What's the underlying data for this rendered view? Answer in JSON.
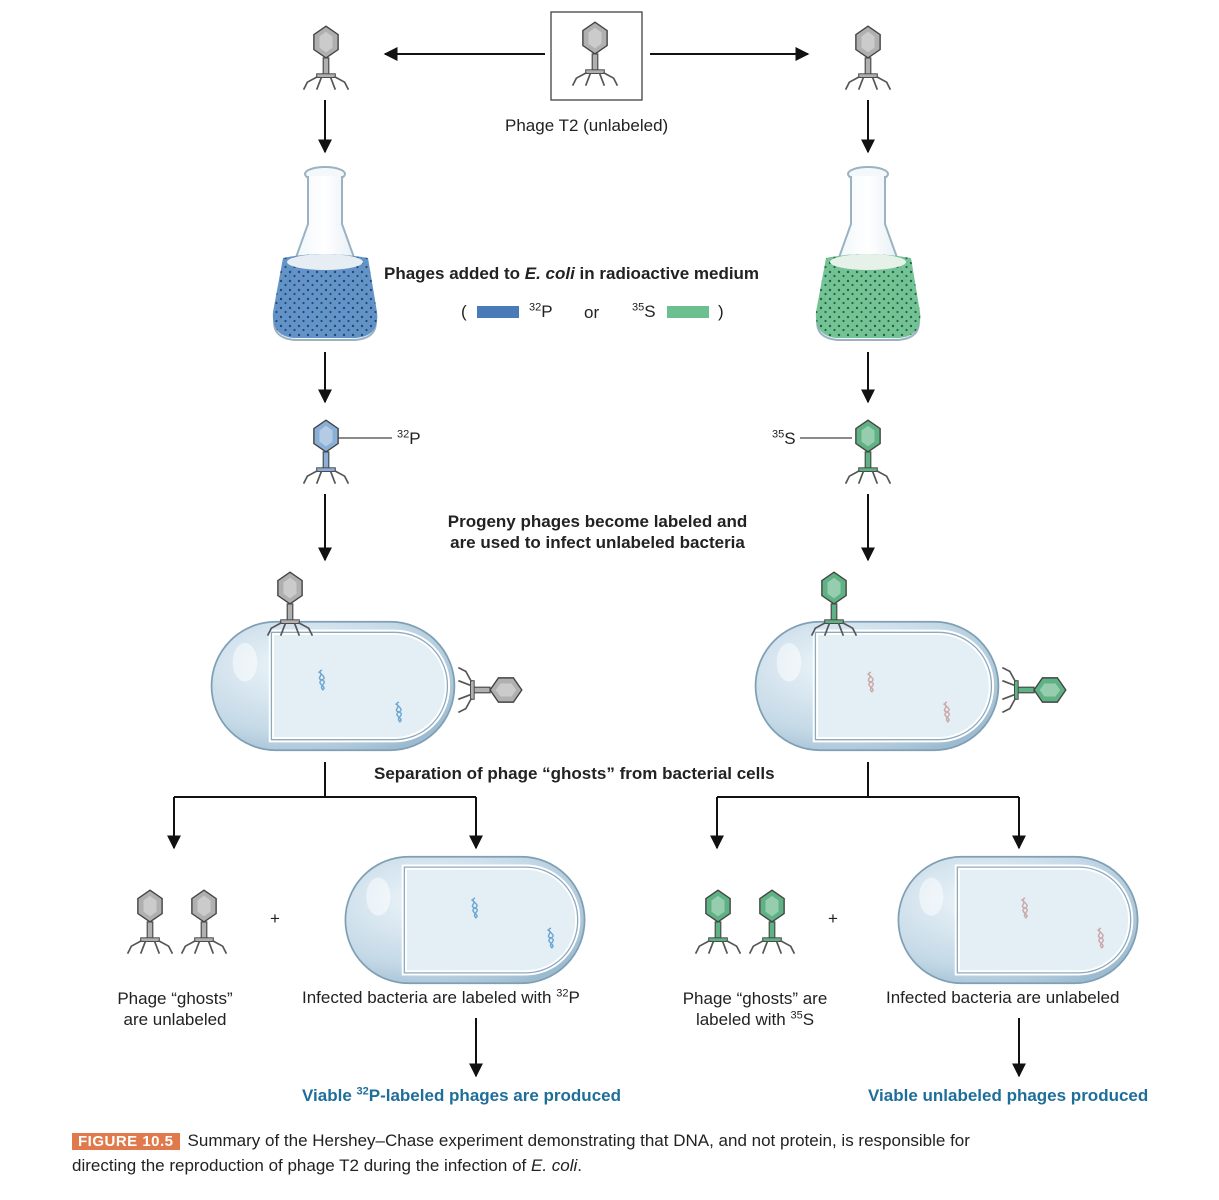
{
  "labels": {
    "phage_t2": "Phage T2 (unlabeled)",
    "phages_added_pre": "Phages added to ",
    "phages_added_italic": "E. coli",
    "phages_added_post": " in radioactive medium",
    "paren_open": "(",
    "paren_close": ")",
    "or": "or",
    "p32_sup": "32",
    "p32_el": "P",
    "s35_sup": "35",
    "s35_el": "S",
    "progeny_line1": "Progeny phages become labeled and",
    "progeny_line2": "are used to infect unlabeled bacteria",
    "separation": "Separation of phage “ghosts” from bacterial cells",
    "plus": "+",
    "ghosts_unlabeled_line1": "Phage “ghosts”",
    "ghosts_unlabeled_line2": "are unlabeled",
    "infected_labeled": "Infected bacteria are labeled with ",
    "ghosts_labeled_line1": "Phage “ghosts” are",
    "ghosts_labeled_line2": "labeled with ",
    "infected_unlabeled": "Infected bacteria are unlabeled",
    "viable_labeled_pre": "Viable ",
    "viable_labeled_post": "P-labeled phages are produced",
    "viable_unlabeled": "Viable unlabeled phages produced"
  },
  "caption": {
    "tag": "FIGURE 10.5",
    "text_pre": "Summary of the Hershey–Chase experiment demonstrating that DNA, and not protein, is responsible for directing the reproduction of phage T2 during the infection of ",
    "text_italic": "E. coli",
    "text_post": "."
  },
  "colors": {
    "p32": "#4a7ab8",
    "s35": "#6cc090",
    "phage_gray": "#a8a8a8",
    "phage_green": "#3f9a6a",
    "cell": "#c9dce8",
    "output_text": "#1f6e9a",
    "figure_tag": "#e07a4d"
  }
}
